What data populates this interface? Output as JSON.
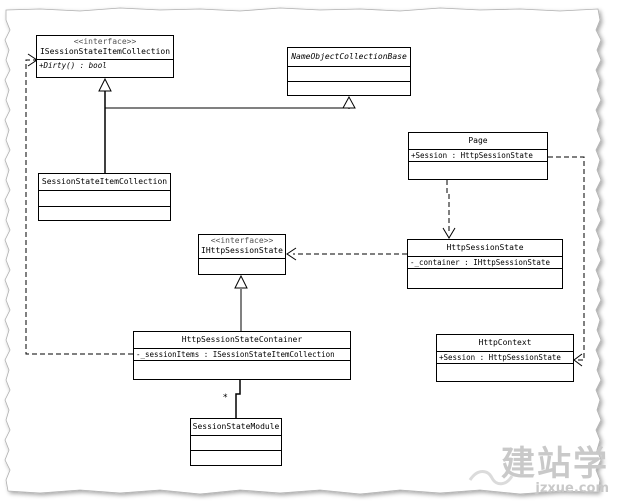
{
  "classes": {
    "isession_collection": {
      "stereotype": "<<interface>>",
      "name": "ISessionStateItemCollection",
      "ops": [
        "+Dirty() : bool"
      ]
    },
    "name_object_base": {
      "name": "NameObjectCollectionBase"
    },
    "session_item_collection": {
      "name": "SessionStateItemCollection"
    },
    "page": {
      "name": "Page",
      "attrs": [
        "+Session : HttpSessionState"
      ]
    },
    "http_session_state": {
      "name": "HttpSessionState",
      "attrs": [
        "-_container : IHttpSessionState"
      ]
    },
    "ihttp_session_state": {
      "stereotype": "<<interface>>",
      "name": "IHttpSessionState"
    },
    "session_container": {
      "name": "HttpSessionStateContainer",
      "attrs": [
        "-_sessionItems : ISessionStateItemCollection"
      ]
    },
    "http_context": {
      "name": "HttpContext",
      "attrs": [
        "+Session : HttpSessionState"
      ]
    },
    "session_module": {
      "name": "SessionStateModule"
    }
  },
  "multiplicity": "*",
  "watermark": {
    "chars": "建站学",
    "url": "jzxue.com"
  }
}
